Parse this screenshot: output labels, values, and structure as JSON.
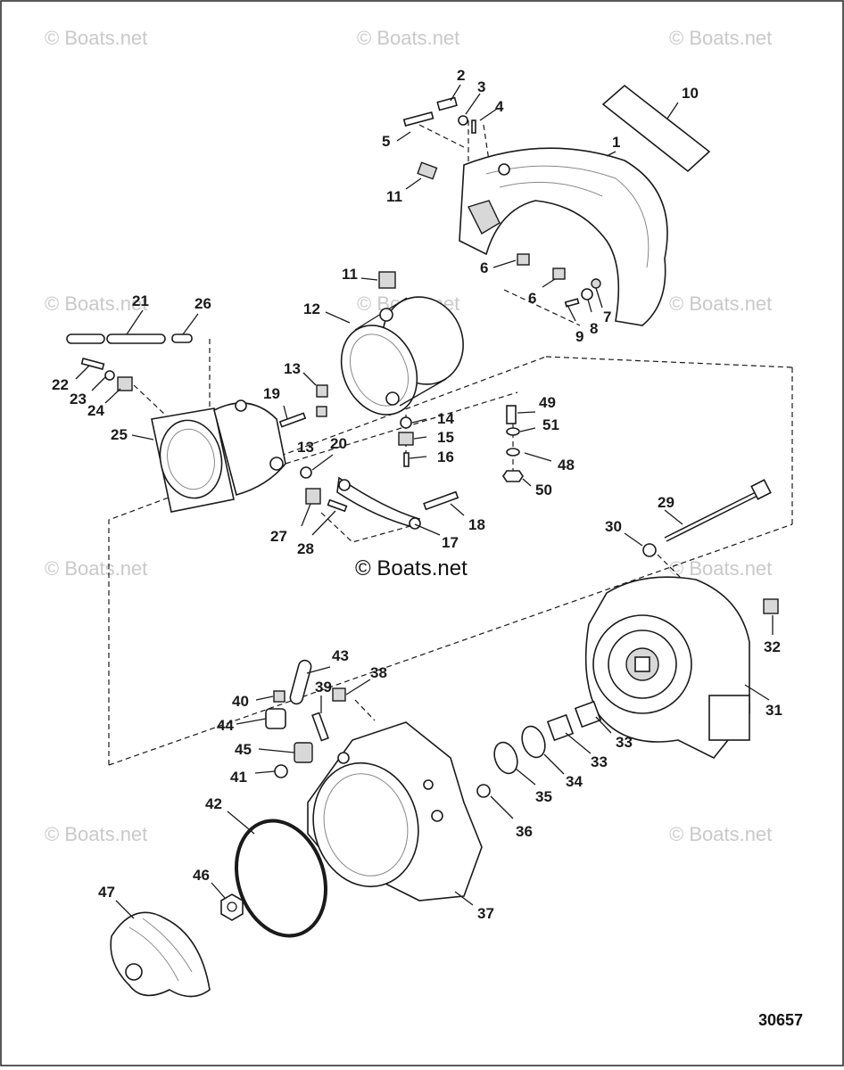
{
  "watermark": "© Boats.net",
  "reference_number": "30657",
  "callouts": [
    "1",
    "2",
    "3",
    "4",
    "5",
    "6",
    "6",
    "7",
    "8",
    "9",
    "10",
    "11",
    "11",
    "12",
    "13",
    "13",
    "14",
    "15",
    "16",
    "17",
    "18",
    "19",
    "20",
    "21",
    "22",
    "23",
    "24",
    "25",
    "26",
    "27",
    "28",
    "29",
    "30",
    "31",
    "32",
    "33",
    "33",
    "34",
    "35",
    "36",
    "37",
    "38",
    "39",
    "40",
    "41",
    "42",
    "43",
    "44",
    "45",
    "46",
    "47",
    "48",
    "49",
    "50",
    "51"
  ]
}
